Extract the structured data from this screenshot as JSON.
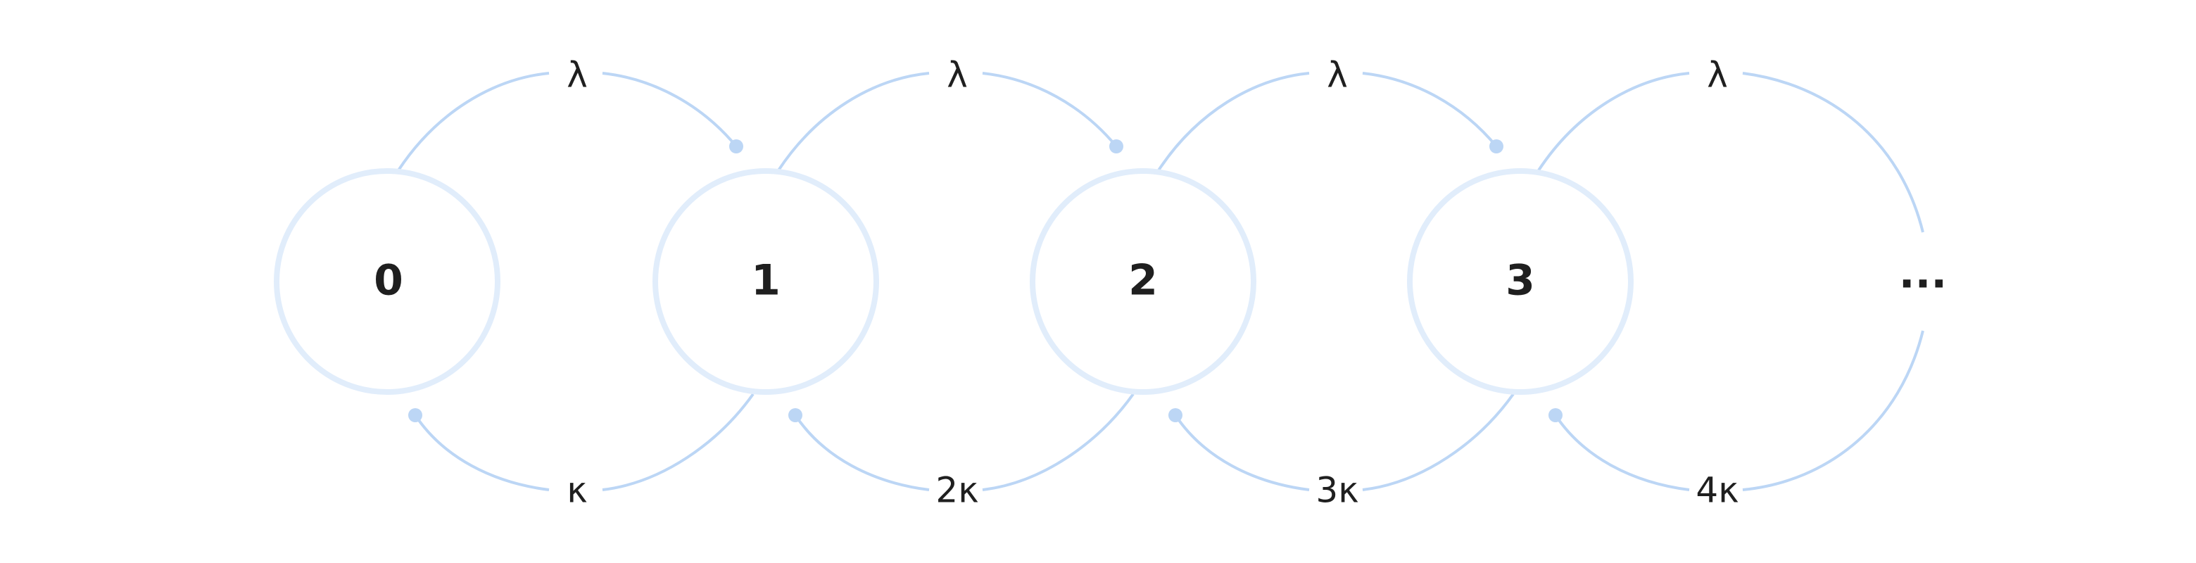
{
  "diagram": {
    "states": [
      "0",
      "1",
      "2",
      "3"
    ],
    "continuation": "...",
    "birth_rates": [
      "λ",
      "λ",
      "λ",
      "λ"
    ],
    "death_rates": [
      "κ",
      "2κ",
      "3κ",
      "4κ"
    ],
    "colors": {
      "node_stroke": "#e1edfb",
      "arc": "#bcd6f5",
      "text": "#1f1f1f"
    }
  }
}
